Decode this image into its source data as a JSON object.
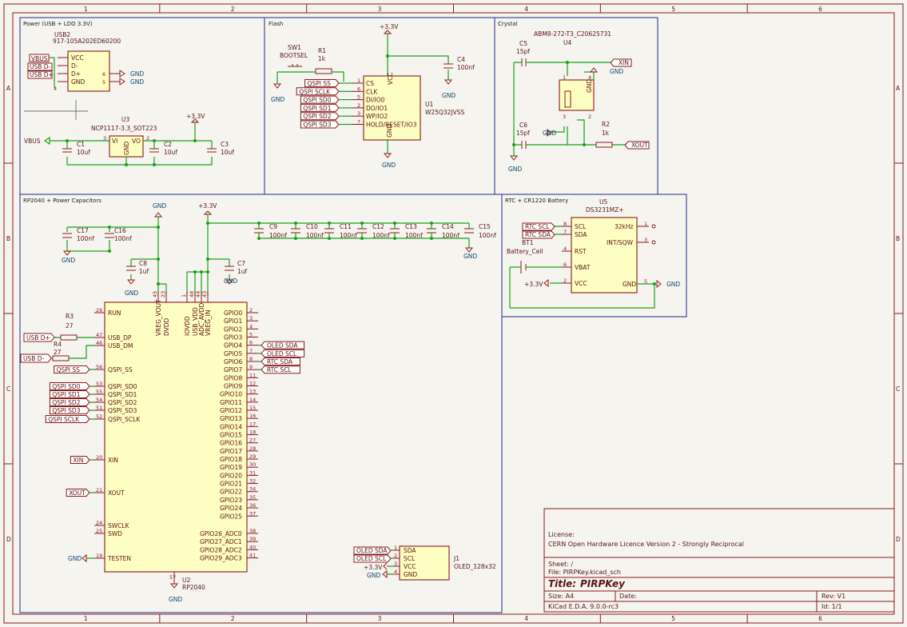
{
  "frame": {
    "col_labels": [
      "1",
      "2",
      "3",
      "4",
      "5",
      "6"
    ],
    "row_labels": [
      "A",
      "B",
      "C",
      "D"
    ]
  },
  "sheets": {
    "power": "Power (USB + LDO 3.3V)",
    "flash": "Flash",
    "crystal": "Crystal",
    "rp2040": "RP2040 + Power Capacitors",
    "rtc": "RTC + CR1220 Battery"
  },
  "power_sheet": {
    "usb_ref": "USB2",
    "usb_part": "917-105A202ED60200",
    "usb_pins_left": [
      "VCC",
      "D-",
      "D+",
      "GND"
    ],
    "usb_pin_nums_right": [
      "6",
      "5"
    ],
    "usb_pin_num_bottom": "4",
    "labels_left": [
      "VBUS",
      "USB D-",
      "USB D+"
    ],
    "gnd": "GND",
    "reg_ref": "U3",
    "reg_part": "NCP1117-3.3_SOT223",
    "reg_vi": "VI",
    "reg_vo": "VO",
    "reg_gnd": "GND",
    "reg_pin_in": "3",
    "reg_pin_out": "2",
    "vbus": "VBUS",
    "v33": "+3.3V",
    "caps": [
      {
        "ref": "C1",
        "val": "10uf"
      },
      {
        "ref": "C2",
        "val": "10uf"
      },
      {
        "ref": "C3",
        "val": "10uf"
      }
    ]
  },
  "flash_sheet": {
    "v33": "+3.3V",
    "sw_ref": "SW1",
    "sw_val": "BOOTSEL",
    "r_ref": "R1",
    "r_val": "1k",
    "gnd": "GND",
    "c_ref": "C4",
    "c_val": "100nf",
    "ic_ref": "U1",
    "ic_part": "W25Q32JVSS",
    "ic_vcc": "VCC",
    "ic_gnd": "GND",
    "ic_pins": [
      "CS",
      "CLK",
      "DI/IO0",
      "DO/IO1",
      "WP/IO2",
      "HOLD/RESET/IO3"
    ],
    "ic_pin_nums": [
      "1",
      "6",
      "5",
      "2",
      "3",
      "7"
    ],
    "labels": [
      "QSPI SS",
      "QSPI SCLK",
      "QSPI SD0",
      "QSPI SD1",
      "QSPI SD2",
      "QSPI SD3"
    ]
  },
  "crystal_sheet": {
    "part": "ABM8-272-T3_C20625731",
    "ref": "U4",
    "c5_ref": "C5",
    "c5_val": "15pf",
    "c6_ref": "C6",
    "c6_val": "15pf",
    "r2_ref": "R2",
    "r2_val": "1k",
    "gnd": "GND",
    "xin": "XIN",
    "xout": "XOUT",
    "pin_nums": [
      "1",
      "2",
      "3",
      "4"
    ]
  },
  "rp_sheet": {
    "gnd": "GND",
    "v33": "+3.3V",
    "caps_left": [
      {
        "ref": "C17",
        "val": "100nf"
      },
      {
        "ref": "C16",
        "val": "100nf"
      },
      {
        "ref": "C8",
        "val": "1uf"
      }
    ],
    "caps_right": [
      {
        "ref": "C9",
        "val": "100nf"
      },
      {
        "ref": "C10",
        "val": "100nf"
      },
      {
        "ref": "C11",
        "val": "100nf"
      },
      {
        "ref": "C12",
        "val": "100nf"
      },
      {
        "ref": "C13",
        "val": "100nf"
      },
      {
        "ref": "C14",
        "val": "100nf"
      },
      {
        "ref": "C15",
        "val": "100nf"
      }
    ],
    "c7_ref": "C7",
    "c7_val": "1uf",
    "r3_ref": "R3",
    "r3_val": "27",
    "r4_ref": "R4",
    "r4_val": "27",
    "mcu_ref": "U2",
    "mcu_part": "RP2040",
    "top_pins": [
      "VREG_VOUT",
      "DVDD",
      "IOVDD",
      "USB_VDD",
      "ADC_AVDD",
      "VREG_IN"
    ],
    "top_pin_nums": [
      "45",
      "23",
      "1",
      "48",
      "44",
      "43"
    ],
    "left_pins": [
      {
        "num": "26",
        "name": "RUN"
      },
      {
        "num": "47",
        "name": "USB_DP"
      },
      {
        "num": "46",
        "name": "USB_DM"
      },
      {
        "num": "56",
        "name": "QSPI_SS"
      },
      {
        "num": "53",
        "name": "QSPI_SD0"
      },
      {
        "num": "55",
        "name": "QSPI_SD1"
      },
      {
        "num": "54",
        "name": "QSPI_SD2"
      },
      {
        "num": "51",
        "name": "QSPI_SD3"
      },
      {
        "num": "52",
        "name": "QSPI_SCLK"
      },
      {
        "num": "20",
        "name": "XIN"
      },
      {
        "num": "21",
        "name": "XOUT"
      },
      {
        "num": "24",
        "name": "SWCLK"
      },
      {
        "num": "25",
        "name": "SWD"
      },
      {
        "num": "19",
        "name": "TESTEN"
      }
    ],
    "right_pins": [
      {
        "num": "2",
        "name": "GPIO0"
      },
      {
        "num": "3",
        "name": "GPIO1"
      },
      {
        "num": "4",
        "name": "GPIO2"
      },
      {
        "num": "5",
        "name": "GPIO3"
      },
      {
        "num": "6",
        "name": "GPIO4"
      },
      {
        "num": "7",
        "name": "GPIO5"
      },
      {
        "num": "8",
        "name": "GPIO6"
      },
      {
        "num": "9",
        "name": "GPIO7"
      },
      {
        "num": "11",
        "name": "GPIO8"
      },
      {
        "num": "12",
        "name": "GPIO9"
      },
      {
        "num": "13",
        "name": "GPIO10"
      },
      {
        "num": "14",
        "name": "GPIO11"
      },
      {
        "num": "15",
        "name": "GPIO12"
      },
      {
        "num": "16",
        "name": "GPIO13"
      },
      {
        "num": "17",
        "name": "GPIO14"
      },
      {
        "num": "18",
        "name": "GPIO15"
      },
      {
        "num": "27",
        "name": "GPIO16"
      },
      {
        "num": "28",
        "name": "GPIO17"
      },
      {
        "num": "29",
        "name": "GPIO18"
      },
      {
        "num": "30",
        "name": "GPIO19"
      },
      {
        "num": "31",
        "name": "GPIO20"
      },
      {
        "num": "32",
        "name": "GPIO21"
      },
      {
        "num": "34",
        "name": "GPIO22"
      },
      {
        "num": "35",
        "name": "GPIO23"
      },
      {
        "num": "36",
        "name": "GPIO24"
      },
      {
        "num": "37",
        "name": "GPIO25"
      },
      {
        "num": "38",
        "name": "GPIO26_ADC0"
      },
      {
        "num": "39",
        "name": "GPIO27_ADC1"
      },
      {
        "num": "40",
        "name": "GPIO28_ADC2"
      },
      {
        "num": "41",
        "name": "GPIO29_ADC3"
      }
    ],
    "bottom_pin_num": "57",
    "bottom_gnd": "GND",
    "labels_left": [
      "USB D+",
      "USB D-",
      "QSPI SS",
      "QSPI SD0",
      "QSPI SD1",
      "QSPI SD2",
      "QSPI SD3",
      "QSPI SCLK",
      "XIN",
      "XOUT"
    ],
    "labels_right": [
      "OLED SDA",
      "OLED SCL",
      "RTC SDA",
      "RTC SCL"
    ]
  },
  "rtc_sheet": {
    "ref": "U5",
    "part": "DS3231MZ+",
    "left_pins": [
      {
        "num": "8",
        "name": "SCL"
      },
      {
        "num": "7",
        "name": "SDA"
      },
      {
        "num": "4",
        "name": "RST"
      },
      {
        "num": "6",
        "name": "VBAT"
      },
      {
        "num": "2",
        "name": "VCC"
      }
    ],
    "right_pins": [
      {
        "num": "1",
        "name": "32kHz"
      },
      {
        "num": "3",
        "name": "INT/SQW"
      },
      {
        "num": "5",
        "name": "GND"
      }
    ],
    "bt_ref": "BT1",
    "bt_val": "Battery_Cell",
    "labels": [
      "RTC SCL",
      "RTC SDA"
    ],
    "v33": "+3.3V",
    "gnd": "GND"
  },
  "oled": {
    "ref": "J1",
    "part": "OLED_128x32",
    "pins": [
      "SDA",
      "SCL",
      "VCC",
      "GND"
    ],
    "pin_nums": [
      "1",
      "2",
      "3",
      "4"
    ],
    "labels": [
      "OLED SDA",
      "OLED SCL"
    ],
    "v33": "+3.3V",
    "gnd": "GND"
  },
  "title_block": {
    "license_label": "License:",
    "license": "CERN Open Hardware Licence Version 2 - Strongly Reciprocal",
    "sheet": "Sheet: /",
    "file": "File: PIRPKey.kicad_sch",
    "title_label": "Title:",
    "title": "PIRPKey",
    "size": "Size: A4",
    "date": "Date:",
    "rev": "Rev: V1",
    "tool": "KiCad E.D.A. 9.0.0-rc3",
    "id": "Id: 1/1"
  },
  "colors": {
    "wire": "#1aa11a",
    "part_stroke": "#8b1a1a",
    "part_fill": "#fffec2",
    "sheet_border": "#1e2a8c",
    "background": "#f5f4ef"
  }
}
